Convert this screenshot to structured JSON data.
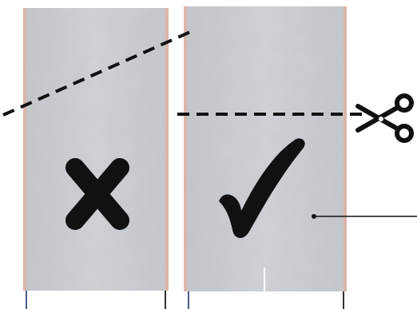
{
  "diagram": {
    "strips": [
      {
        "id": "incorrect-strip",
        "verdict": "incorrect",
        "mark_icon": "x-mark-icon"
      },
      {
        "id": "correct-strip",
        "verdict": "correct",
        "mark_icon": "checkmark-icon"
      }
    ],
    "cut_lines": [
      {
        "id": "diagonal-cut",
        "orientation": "diagonal",
        "style": "dashed",
        "role": "incorrect"
      },
      {
        "id": "straight-cut",
        "orientation": "horizontal",
        "style": "dashed",
        "role": "correct"
      }
    ],
    "tool_icon": "scissors-icon",
    "colors": {
      "strip_fill": "#c9cdd0",
      "strip_edge": "#dcb5ab",
      "mark": "#111111",
      "rod": "#4a5d8c"
    }
  }
}
